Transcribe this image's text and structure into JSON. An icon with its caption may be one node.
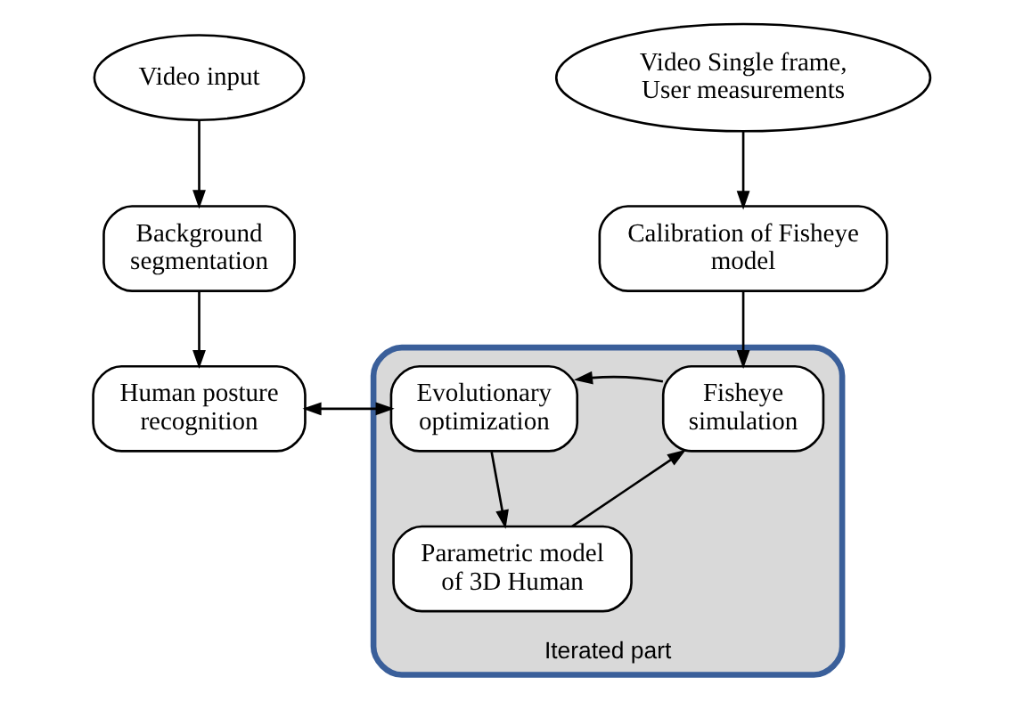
{
  "diagram": {
    "nodes": [
      {
        "text": [
          "Video input"
        ]
      },
      {
        "text": [
          "Background segmentation"
        ]
      },
      {
        "text": [
          "Human posture recognition"
        ]
      },
      {
        "text": [
          "Video Single frame, User measurements"
        ]
      },
      {
        "text": [
          "Calibration of Fisheye model"
        ]
      },
      {
        "text": [
          "Iterated part"
        ]
      },
      {
        "text": [
          "Evolutionary optimization"
        ],
        "in": 5
      },
      {
        "text": [
          "Fisheye simulation"
        ],
        "in": 5
      },
      {
        "text": [
          "Parametric model of 3D Human"
        ],
        "in": 5
      }
    ],
    "edges": [
      {
        "from": 0,
        "to": 1,
        "arrow": "to"
      },
      {
        "from": 1,
        "to": 2,
        "arrow": "to"
      },
      {
        "from": 3,
        "to": 4,
        "arrow": "to"
      },
      {
        "from": 4,
        "to": 7,
        "arrow": "to"
      },
      {
        "from": 7,
        "to": 6,
        "arrow": "to"
      },
      {
        "from": 8,
        "to": 7,
        "arrow": "to"
      },
      {
        "from": 6,
        "to": 8,
        "arrow": "to"
      },
      {
        "from": 2,
        "to": 6,
        "arrow": "both"
      }
    ]
  }
}
